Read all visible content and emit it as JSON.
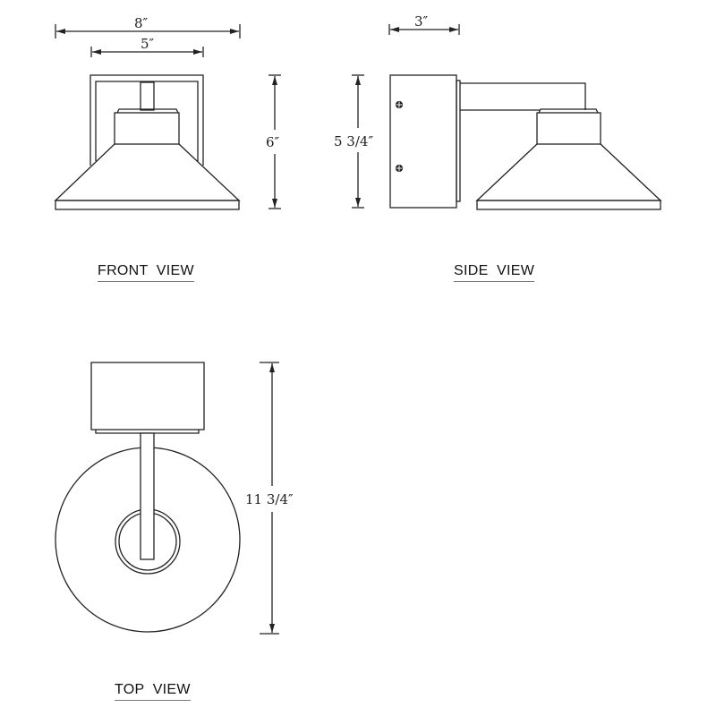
{
  "diagram": {
    "views": {
      "front": {
        "label": "FRONT  VIEW"
      },
      "side": {
        "label": "SIDE  VIEW"
      },
      "top": {
        "label": "TOP  VIEW"
      }
    },
    "dimensions": {
      "front_overall_width": "8″",
      "front_backplate_width": "5″",
      "front_height": "6″",
      "side_projection": "3″",
      "side_height": "5 3/4″",
      "top_overall_depth": "11 3/4″"
    },
    "colors": {
      "line": "#222222",
      "background": "#ffffff",
      "label_underline": "#777777"
    }
  }
}
